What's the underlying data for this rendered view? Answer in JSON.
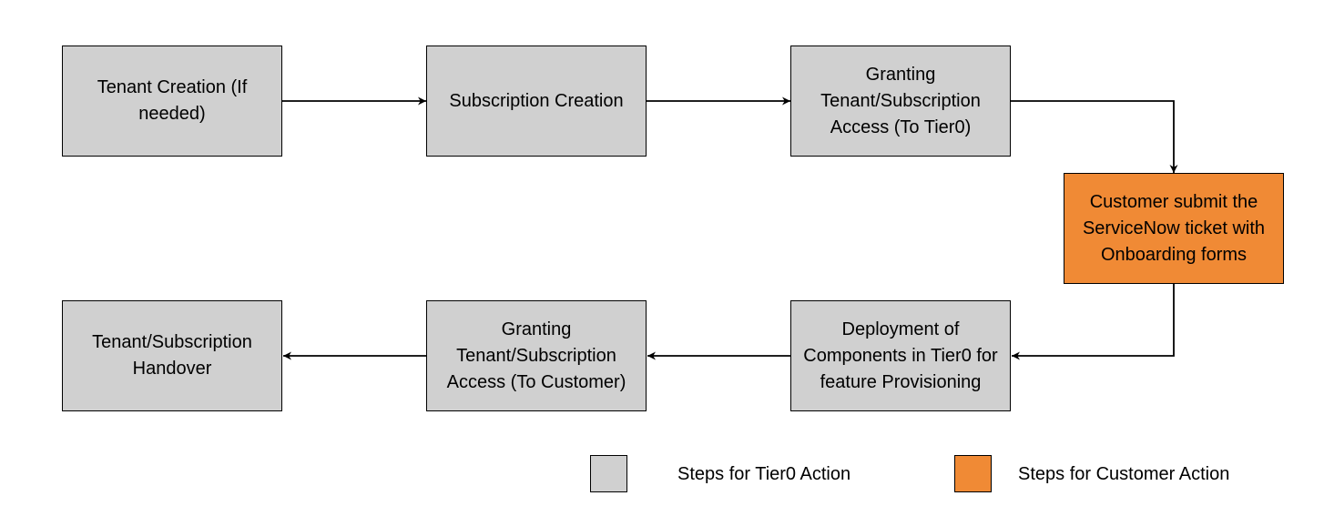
{
  "colors": {
    "tier0": "#d0d0d0",
    "customer": "#f08a35",
    "stroke": "#000000"
  },
  "nodes": {
    "tenant_creation": "Tenant Creation (If needed)",
    "subscription_creation": "Subscription Creation",
    "granting_tier0": "Granting Tenant/Subscription Access (To Tier0)",
    "customer_ticket": "Customer submit the ServiceNow ticket with Onboarding forms",
    "deployment": "Deployment of Components in Tier0 for feature Provisioning",
    "granting_customer": "Granting Tenant/Subscription Access (To Customer)",
    "handover": "Tenant/Subscription Handover"
  },
  "legend": {
    "tier0_label": "Steps for Tier0 Action",
    "customer_label": "Steps for Customer Action"
  }
}
